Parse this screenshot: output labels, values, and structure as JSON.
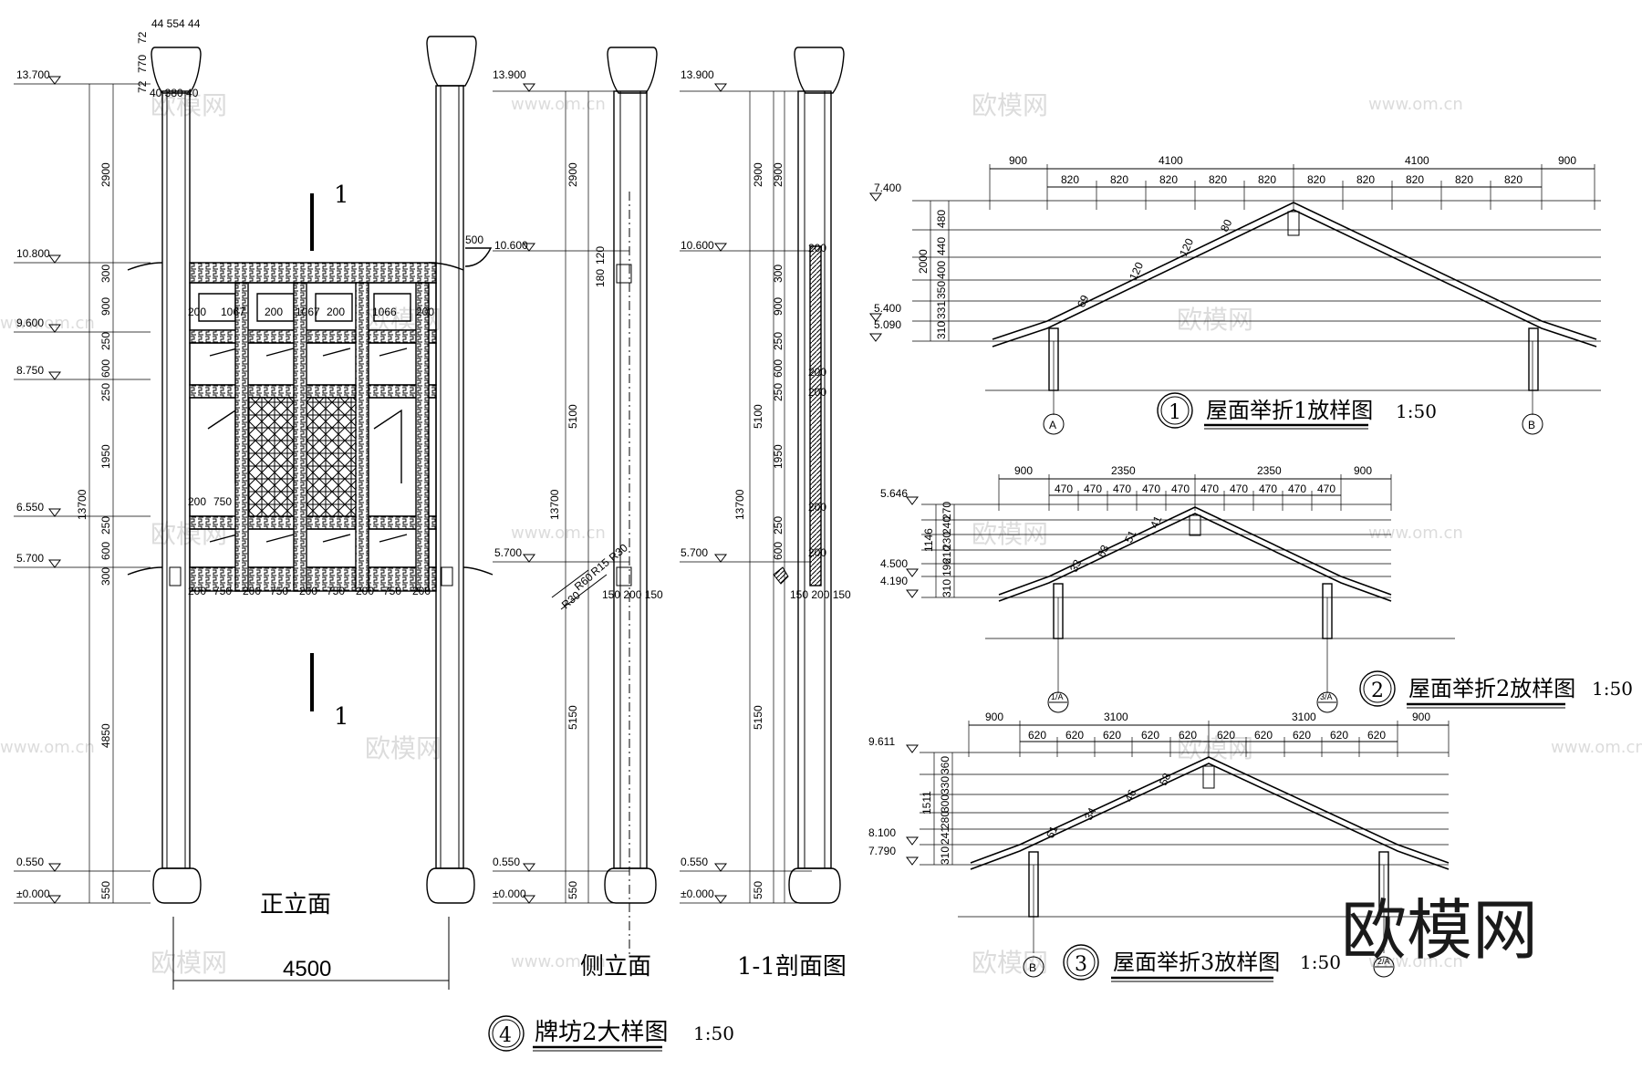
{
  "watermarks": {
    "brand_small": "欧模网",
    "site": "www.om.cn",
    "brand_large": "欧模网"
  },
  "front": {
    "elevations": [
      "13.700",
      "10.800",
      "9.600",
      "8.750",
      "6.550",
      "5.700",
      "0.550",
      "±0.000"
    ],
    "dims": [
      "2900",
      "300",
      "900",
      "250",
      "600",
      "250",
      "1950",
      "250",
      "600",
      "300",
      "4850",
      "550",
      "13700"
    ],
    "top": [
      "44 554 44",
      "72",
      "770",
      "72",
      "40 380 40"
    ],
    "bays_upper": [
      "200",
      "1067",
      "200",
      "1067",
      "200",
      "1066",
      "200"
    ],
    "bays_lower": [
      "200",
      "750",
      "200",
      "750",
      "200",
      "750",
      "200",
      "750",
      "200"
    ],
    "bays_mid": [
      "200",
      "750"
    ],
    "width": "4500",
    "label": "正立面",
    "section_mark": "1"
  },
  "side": {
    "elevations": [
      "13.900",
      "10.600",
      "5.700",
      "0.550",
      "±0.000"
    ],
    "dims": [
      "2900",
      "5100",
      "13700",
      "5150",
      "550"
    ],
    "dims_small": [
      "180",
      "120"
    ],
    "bracket": "500",
    "radii": [
      "R30",
      "R60",
      "R15",
      "R30"
    ],
    "base": "150 200 150",
    "label": "侧立面"
  },
  "section": {
    "elevations": [
      "13.900",
      "10.600",
      "5.700",
      "0.550",
      "±0.000"
    ],
    "dims": [
      "2900",
      "2900",
      "300",
      "900",
      "250",
      "600",
      "250",
      "1950",
      "250",
      "600",
      "5100",
      "13700",
      "5150",
      "550"
    ],
    "beams": [
      "200",
      "200",
      "200",
      "200",
      "200"
    ],
    "base": "150 200 150",
    "label": "1-1剖面图"
  },
  "main_title": {
    "number": "4",
    "text": "牌坊2大样图",
    "scale": "1:50"
  },
  "roof1": {
    "top": [
      "900",
      "4100",
      "4100",
      "900"
    ],
    "bays": [
      "820",
      "820",
      "820",
      "820",
      "820",
      "820",
      "820",
      "820",
      "820",
      "820"
    ],
    "elevations": [
      "7.400",
      "5.400",
      "5.090"
    ],
    "rises": [
      "480",
      "440",
      "400",
      "350",
      "331",
      "310"
    ],
    "total": "2000",
    "slopes": [
      "80",
      "120",
      "120",
      "69"
    ],
    "axes": [
      "A",
      "B"
    ],
    "title": {
      "number": "1",
      "text": "屋面举折1放样图",
      "scale": "1:50"
    }
  },
  "roof2": {
    "top": [
      "900",
      "2350",
      "2350",
      "900"
    ],
    "bays": [
      "470",
      "470",
      "470",
      "470",
      "470",
      "470",
      "470",
      "470",
      "470",
      "470"
    ],
    "elevations": [
      "5.646",
      "4.500",
      "4.190"
    ],
    "rises": [
      "270",
      "240",
      "230",
      "210",
      "196",
      "310"
    ],
    "total": "1146",
    "slopes": [
      "41",
      "51",
      "63",
      "33"
    ],
    "axes": [
      "1/A",
      "3/A"
    ],
    "title": {
      "number": "2",
      "text": "屋面举折2放样图",
      "scale": "1:50"
    }
  },
  "roof3": {
    "top": [
      "900",
      "3100",
      "3100",
      "900"
    ],
    "bays": [
      "620",
      "620",
      "620",
      "620",
      "620",
      "620",
      "620",
      "620",
      "620",
      "620"
    ],
    "elevations": [
      "9.611",
      "8.100",
      "7.790"
    ],
    "rises": [
      "360",
      "330",
      "300",
      "280",
      "241",
      "310"
    ],
    "total": "1511",
    "slopes": [
      "58",
      "46",
      "34",
      "61"
    ],
    "axes": [
      "B",
      "2/A"
    ],
    "title": {
      "number": "3",
      "text": "屋面举折3放样图",
      "scale": "1:50"
    }
  }
}
